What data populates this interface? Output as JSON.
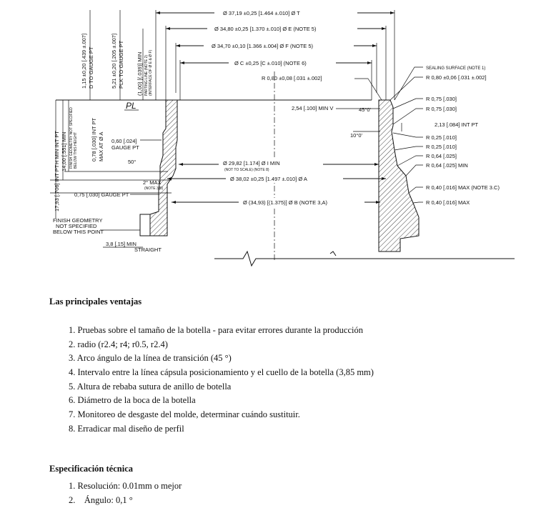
{
  "drawing": {
    "dims_top": [
      "Ø 37,19 ±0,25 [1.464 ±.010] Ø T",
      "Ø 34,80 ±0,25 [1.370 ±.010] Ø E (NOTE 5)",
      "Ø 34,70 ±0,10 [1.366 ±.004] Ø F (NOTE 5)",
      "Ø C ±0,25 [C ±.010] (NOTE 6)"
    ],
    "dims_mid": [
      "Ø 29,82 [1.174] Ø I MIN",
      "(NOT TO SCALE) (NOTE 8)",
      "Ø 38,02 ±0,25 [1.497 ±.010] Ø A",
      "Ø (34,93) [(1.375)] Ø B (NOTE 3,A)"
    ],
    "vertical": [
      "1,15 ±0,20 [.439 ±.007]",
      "D TO GAUGE PT",
      "5,21 ±0,20 [.205 ±.007]",
      "PLK TO GAUGE PT",
      "(1,00) [(.039)] MIN",
      "PARTING LINE (NOTE 2)",
      "(INTERFACE OF Ø E & Ø F)",
      "H MIN INT PT",
      "14,00 [.551] MIN",
      "17,93 [.706] INT PT",
      "FINISH GEOMETRY NOT SPECIFIED",
      "BELOW THIS HEIGHT",
      "0,78 [.030] INT PT",
      "MAX AT Ø A"
    ],
    "left_labels": [
      "0,60 [.024]",
      "GAUGE PT",
      "50°",
      "2° MAX",
      "(NOTE 3,B)",
      "0,75 [.030] GAUGE PT",
      "FINISH GEOMETRY",
      "NOT SPECIFIED",
      "BELOW THIS POINT",
      "3,8 [.15] MIN",
      "STRAIGHT"
    ],
    "center_labels": [
      "R 0,80 ±0,08 [.031 ±.002]",
      "2,54 [.100] MIN V",
      "45°0'",
      "10°0'"
    ],
    "right_labels": [
      "SEALING SURFACE (NOTE 1)",
      "R 0,80 ±0,06 [.031 ±.002]",
      "R 0,75 [.030]",
      "R 0,75 [.030]",
      "2,13 [.084] INT PT",
      "R 0,25 [.010]",
      "R 0,25 [.010]",
      "R 0,64 [.025]",
      "R 0,64 [.025] MIN",
      "R 0,40 [.016] MAX (NOTE 3.C)",
      "R 0,40 [.016] MAX"
    ],
    "pl_mark": "PL"
  },
  "ventajas": {
    "title": "Las principales ventajas",
    "items": [
      "1. Pruebas sobre el tamaño de la botella - para evitar errores durante la producción",
      "2. radio (r2.4; r4; r0.5, r2.4)",
      "3. Arco ángulo de la línea de transición (45 °)",
      "4. Intervalo entre la línea cápsula posicionamiento y el cuello de la botella (3,85 mm)",
      "5. Altura de rebaba sutura de anillo de botella",
      "6. Diámetro de la boca de la botella",
      "7. Monitoreo de desgaste del molde, determinar cuándo sustituir.",
      "8. Erradicar mal diseño de perfil"
    ]
  },
  "especificacion": {
    "title": "Especificación técnica",
    "items": [
      "1. Resolución: 0.01mm o mejor",
      "2.    Ángulo: 0,1 °"
    ]
  }
}
